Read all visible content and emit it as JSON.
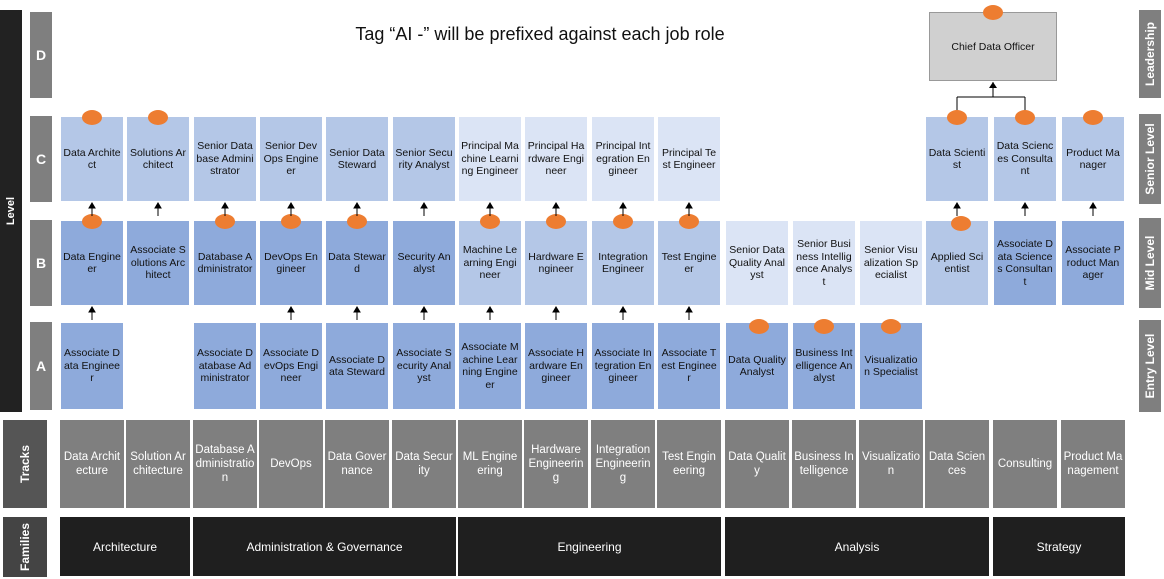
{
  "note": "Tag “AI -” will be prefixed against each job role",
  "level_axis": "Level",
  "levels": [
    "D",
    "C",
    "B",
    "A"
  ],
  "side_levels": [
    "Leadership",
    "Senior Level",
    "Mid Level",
    "Entry Level"
  ],
  "rows_label": {
    "tracks": "Tracks",
    "families": "Families"
  },
  "cdo": "Chief Data Officer",
  "colors": {
    "orange_marker": "#ed7d31",
    "role_blue": "#8eaadb",
    "role_light": "#dbe4f5",
    "track_gray": "#7f7f7f",
    "family_black": "#1f1f1f"
  },
  "roles_c": [
    "Data Architect",
    "Solutions Architect",
    "Senior Database Administrator",
    "Senior DevOps Engineer",
    "Senior Data Steward",
    "Senior Security Analyst",
    "Principal Machine Learning Engineer",
    "Principal Hardware Engineer",
    "Principal Integration Engineer",
    "Principal Test Engineer",
    "Data Scientist",
    "Data Sciences Consultant",
    "Product Manager"
  ],
  "roles_b": [
    "Data Engineer",
    "Associate Solutions Architect",
    "Database Administrator",
    "DevOps Engineer",
    "Data Steward",
    "Security Analyst",
    "Machine Learning Engineer",
    "Hardware Engineer",
    "Integration Engineer",
    "Test Engineer",
    "Senior Data Quality Analyst",
    "Senior Business Intelligence Analyst",
    "Senior Visualization Specialist",
    "Applied Scientist",
    "Associate Data Sciences Consultant",
    "Associate Product Manager"
  ],
  "roles_a": [
    "Associate Data Engineer",
    "Associate Database Administrator",
    "Associate DevOps Engineer",
    "Associate Data Steward",
    "Associate Security Analyst",
    "Associate Machine Learning Engineer",
    "Associate Hardware Engineer",
    "Associate Integration Engineer",
    "Associate Test Engineer",
    "Data Quality Analyst",
    "Business Intelligence Analyst",
    "Visualization Specialist"
  ],
  "tracks": [
    "Data Architecture",
    "Solution Architecture",
    "Database Administration",
    "DevOps",
    "Data Governance",
    "Data Security",
    "ML Engineering",
    "Hardware Engineering",
    "Integration Engineering",
    "Test Engineering",
    "Data Quality",
    "Business Intelligence",
    "Visualization",
    "Data Sciences",
    "Consulting",
    "Product Management"
  ],
  "families": [
    "Architecture",
    "Administration & Governance",
    "Engineering",
    "Analysis",
    "Strategy"
  ]
}
